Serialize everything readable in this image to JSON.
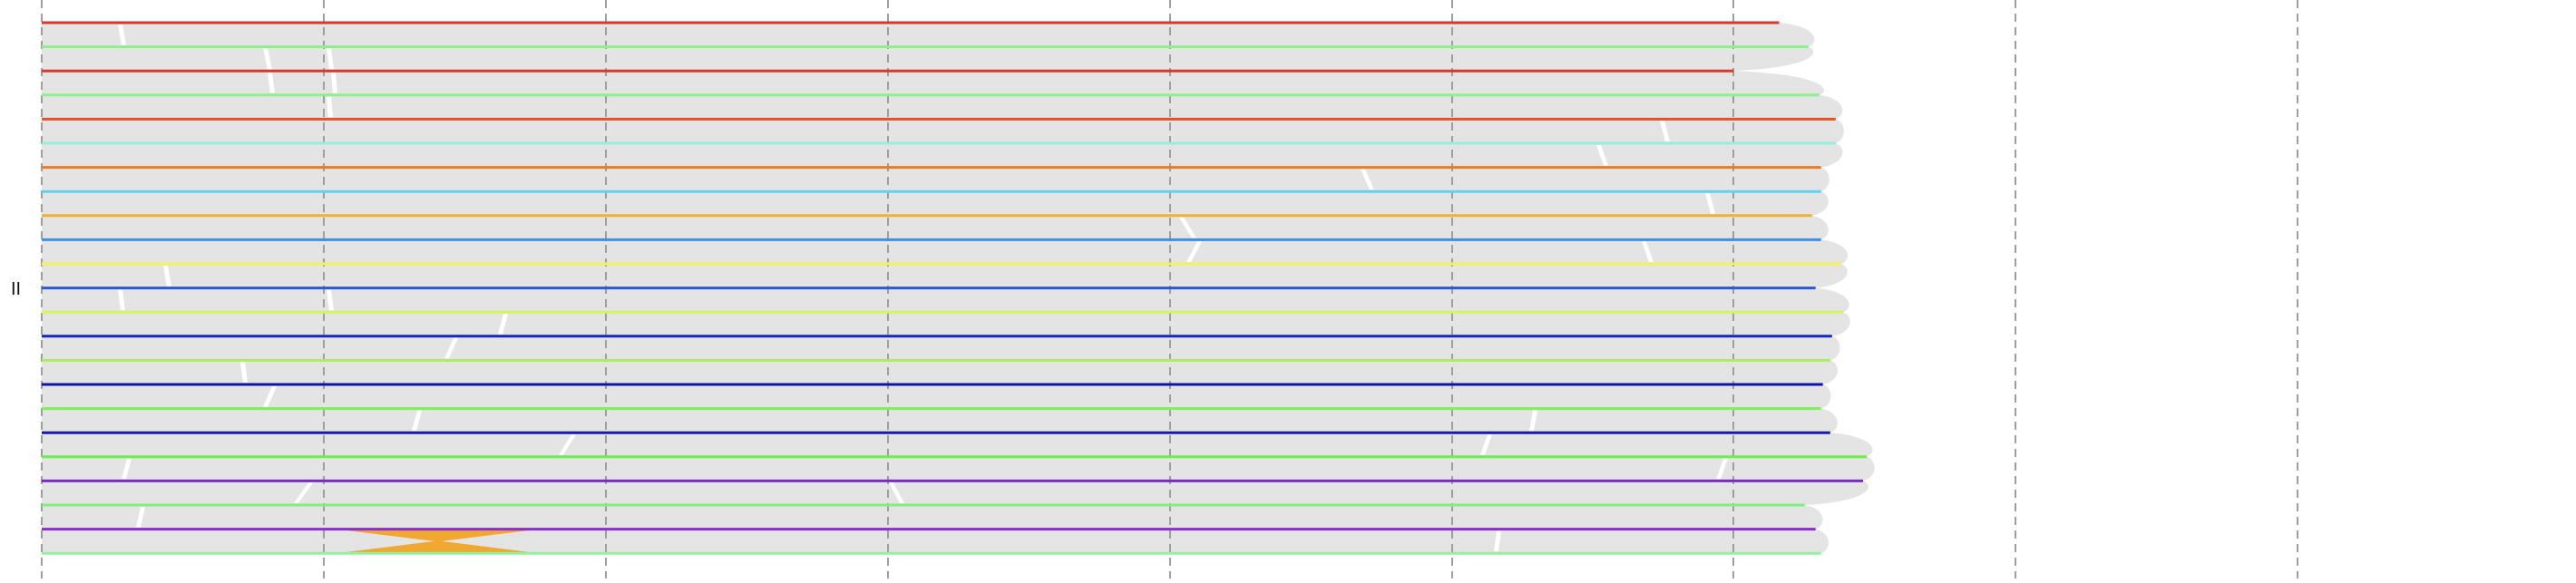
{
  "chromosome_label": "II",
  "colors": {
    "background": "#ffffff",
    "synteny_band": "#e4e4e4",
    "guide_line": "#9e9e9e",
    "gap": "#ffffff",
    "inversion": "#f0a830"
  },
  "tracks": [
    {
      "color": "#d43a2a",
      "rel_length": 0.952
    },
    {
      "color": "#8cf08c",
      "rel_length": 0.968
    },
    {
      "color": "#d43a2a",
      "rel_length": 0.927
    },
    {
      "color": "#8cf08c",
      "rel_length": 0.974
    },
    {
      "color": "#e65028",
      "rel_length": 0.983
    },
    {
      "color": "#96eede",
      "rel_length": 0.983
    },
    {
      "color": "#ee7a22",
      "rel_length": 0.975
    },
    {
      "color": "#5ed2ee",
      "rel_length": 0.975
    },
    {
      "color": "#f0b038",
      "rel_length": 0.97
    },
    {
      "color": "#3c8ee6",
      "rel_length": 0.975
    },
    {
      "color": "#f4f45a",
      "rel_length": 0.986
    },
    {
      "color": "#2a58d6",
      "rel_length": 0.972
    },
    {
      "color": "#d6f45c",
      "rel_length": 0.987
    },
    {
      "color": "#1428c0",
      "rel_length": 0.981
    },
    {
      "color": "#a8f05a",
      "rel_length": 0.98
    },
    {
      "color": "#0e14a8",
      "rel_length": 0.976
    },
    {
      "color": "#7cf05a",
      "rel_length": 0.975
    },
    {
      "color": "#1818b0",
      "rel_length": 0.98
    },
    {
      "color": "#6aee48",
      "rel_length": 1.0
    },
    {
      "color": "#7e28c8",
      "rel_length": 0.998
    },
    {
      "color": "#7cf07c",
      "rel_length": 0.966
    },
    {
      "color": "#8e2ec8",
      "rel_length": 0.972
    },
    {
      "color": "#92f0a0",
      "rel_length": 0.975
    }
  ]
}
